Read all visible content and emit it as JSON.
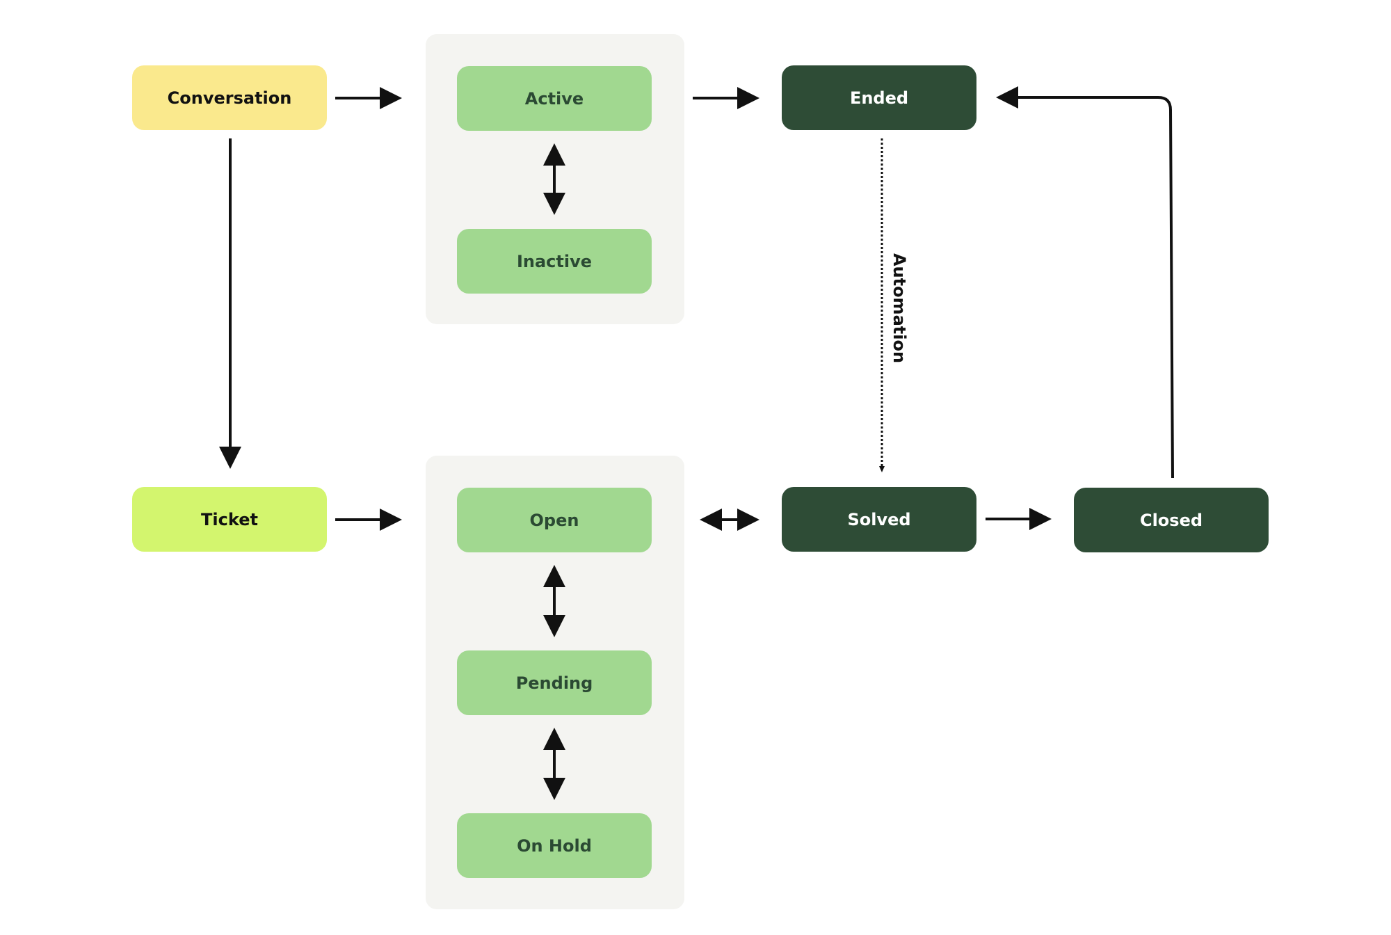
{
  "colors": {
    "conversation": "#fae98d",
    "ticket": "#d3f56e",
    "sub_status": "#a1d890",
    "sub_status_text": "#2b4a33",
    "terminal": "#2e4c36",
    "group_bg": "#f4f4f1",
    "arrow": "#111111"
  },
  "nodes": {
    "conversation": "Conversation",
    "ticket": "Ticket",
    "active": "Active",
    "inactive": "Inactive",
    "open": "Open",
    "pending": "Pending",
    "on_hold": "On Hold",
    "ended": "Ended",
    "solved": "Solved",
    "closed": "Closed"
  },
  "edges": {
    "automation_label": "Automation"
  }
}
